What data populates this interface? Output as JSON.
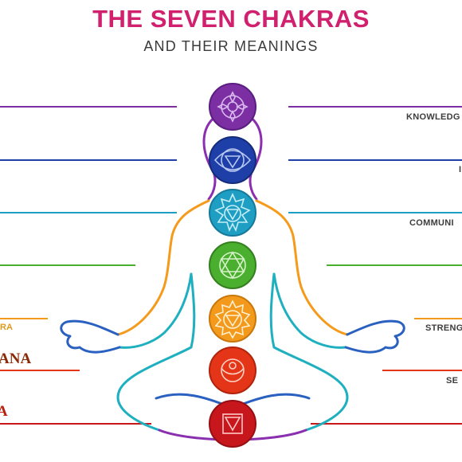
{
  "header": {
    "title": "THE SEVEN CHAKRAS",
    "subtitle": "AND THEIR MEANINGS"
  },
  "chakras": [
    {
      "right_label": "KNOWLEDG",
      "color": "#7b2fa3"
    },
    {
      "right_label": "I",
      "color": "#1e3fa8"
    },
    {
      "right_label": "COMMUNI",
      "color": "#1f9ec4"
    },
    {
      "right_label": "",
      "color": "#4aae2e"
    },
    {
      "right_label": "STRENG",
      "color": "#f39a1c"
    },
    {
      "right_label": "SE",
      "color": "#e43518"
    },
    {
      "right_label": "",
      "color": "#c8161d"
    }
  ],
  "left_labels": {
    "small": "RA",
    "big": "ANA",
    "bottom": "A"
  },
  "icons": [
    "crown-lotus-icon",
    "third-eye-icon",
    "throat-lotus-icon",
    "heart-star-icon",
    "solar-plexus-icon",
    "sacral-icon",
    "root-icon"
  ]
}
